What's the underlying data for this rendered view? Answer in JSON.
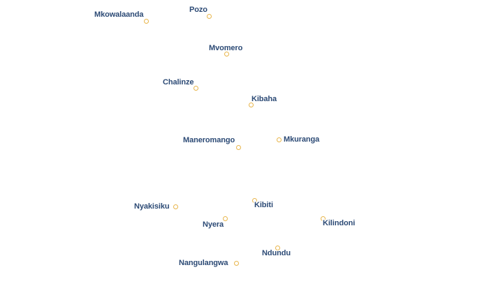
{
  "map": {
    "marker_color": "#e8b54a",
    "label_color": "#2c4a75",
    "places": [
      {
        "name": "Mkowalaanda"
      },
      {
        "name": "Pozo"
      },
      {
        "name": "Mvomero"
      },
      {
        "name": "Chalinze"
      },
      {
        "name": "Kibaha"
      },
      {
        "name": "Maneromango"
      },
      {
        "name": "Mkuranga"
      },
      {
        "name": "Nyakisiku"
      },
      {
        "name": "Kibiti"
      },
      {
        "name": "Nyera"
      },
      {
        "name": "Kilindoni"
      },
      {
        "name": "Ndundu"
      },
      {
        "name": "Nangulangwa"
      }
    ]
  }
}
